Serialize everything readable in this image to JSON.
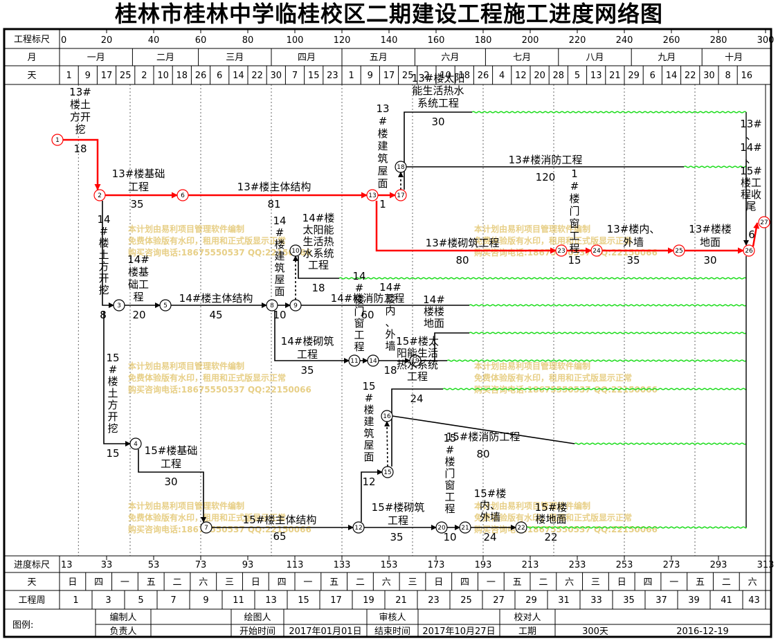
{
  "title": "桂林市桂林中学临桂校区二期建设工程施工进度网络图",
  "row_labels": {
    "scale": "工程标尺",
    "month": "月",
    "day": "天",
    "progress_scale": "进度标尺",
    "weekday": "天",
    "week": "工程周"
  },
  "scale_ticks": [
    "0",
    "20",
    "40",
    "60",
    "80",
    "100",
    "120",
    "140",
    "160",
    "180",
    "200",
    "220",
    "240",
    "260",
    "280",
    "300"
  ],
  "months": [
    "一月",
    "二月",
    "三月",
    "四月",
    "五月",
    "六月",
    "七月",
    "八月",
    "九月",
    "十月"
  ],
  "days": [
    "1",
    "9",
    "17",
    "25",
    "2",
    "10",
    "18",
    "26",
    "6",
    "14",
    "22",
    "30",
    "7",
    "15",
    "23",
    "1",
    "9",
    "17",
    "25",
    "2",
    "10",
    "18",
    "26",
    "4",
    "12",
    "20",
    "28",
    "5",
    "13",
    "21",
    "29",
    "6",
    "14",
    "22",
    "30",
    "8",
    "16"
  ],
  "progress_ticks": [
    "13",
    "33",
    "53",
    "73",
    "93",
    "113",
    "133",
    "153",
    "173",
    "193",
    "213",
    "233",
    "253",
    "273",
    "293",
    "313"
  ],
  "weekdays": [
    "日",
    "四",
    "一",
    "五",
    "二",
    "六",
    "三",
    "日",
    "四",
    "一",
    "五",
    "二",
    "六",
    "三",
    "日",
    "四",
    "一",
    "五",
    "二",
    "六",
    "三",
    "日",
    "四",
    "一",
    "五",
    "二",
    "六"
  ],
  "weeks": [
    "1",
    "3",
    "5",
    "7",
    "9",
    "11",
    "13",
    "15",
    "17",
    "19",
    "21",
    "23",
    "25",
    "27",
    "29",
    "31",
    "33",
    "35",
    "37",
    "39",
    "41",
    "43"
  ],
  "nodes": [
    "1",
    "2",
    "3",
    "4",
    "5",
    "6",
    "7",
    "8",
    "9",
    "10",
    "11",
    "12",
    "13",
    "14",
    "15",
    "16",
    "17",
    "18",
    "19",
    "20",
    "21",
    "22",
    "23",
    "24",
    "25",
    "26",
    "27"
  ],
  "tasks": [
    {
      "name": "13#楼土方开挖",
      "duration": "18"
    },
    {
      "name": "13#楼基础工程",
      "duration": "35"
    },
    {
      "name": "13#楼主体结构",
      "duration": "81"
    },
    {
      "name": "13#楼太阳能生活热水系统工程",
      "duration": "30"
    },
    {
      "name": "13#楼建筑屋面",
      "duration": "1"
    },
    {
      "name": "13#楼消防工程",
      "duration": "120"
    },
    {
      "name": "13#楼砌筑工程",
      "duration": "80"
    },
    {
      "name": "13#楼门窗工程",
      "duration": "15"
    },
    {
      "name": "13#楼内、外墙",
      "duration": "35"
    },
    {
      "name": "13#楼楼地面",
      "duration": "30"
    },
    {
      "name": "13#、14#、15#楼工程收尾",
      "duration": "6"
    },
    {
      "name": "14#楼土方开挖",
      "duration": "8"
    },
    {
      "name": "14#楼基础工程",
      "duration": "20"
    },
    {
      "name": "14#楼主体结构",
      "duration": "45"
    },
    {
      "name": "14#楼建筑屋面",
      "duration": "10"
    },
    {
      "name": "14#楼太阳能生活热水系统工程",
      "duration": "18"
    },
    {
      "name": "14#楼门窗工程",
      "duration": "60"
    },
    {
      "name": "14#楼消防工程",
      "duration": ""
    },
    {
      "name": "14#楼内、外墙",
      "duration": "18"
    },
    {
      "name": "14#楼楼地面",
      "duration": ""
    },
    {
      "name": "14#楼砌筑工程",
      "duration": "35"
    },
    {
      "name": "15#楼土方开挖",
      "duration": "15"
    },
    {
      "name": "15#楼基础工程",
      "duration": "30"
    },
    {
      "name": "15#楼主体结构",
      "duration": "65"
    },
    {
      "name": "15#楼建筑屋面",
      "duration": "12"
    },
    {
      "name": "15#楼太阳能生活热水系统工程",
      "duration": "24"
    },
    {
      "name": "15#楼消防工程",
      "duration": "80"
    },
    {
      "name": "15#楼砌筑工程",
      "duration": "35"
    },
    {
      "name": "15#楼门窗工程",
      "duration": "10"
    },
    {
      "name": "15#楼内、外墙",
      "duration": "24"
    },
    {
      "name": "15#楼楼地面",
      "duration": "22"
    },
    {
      "name": "",
      "duration": "8"
    }
  ],
  "watermark": {
    "line1": "本计划由易利项目管理软件编制",
    "line2": "免费体验版有水印，租用和正式版显示正常",
    "line3": "购买咨询电话:18675550537 QQ:22150066"
  },
  "footer": {
    "legend": "图例:",
    "labels": {
      "compiler": "编制人",
      "drawer": "绘图人",
      "reviewer": "审核人",
      "checker": "校对人",
      "responsible": "负责人",
      "start_time": "开始时间",
      "end_time": "结束时间",
      "duration": "工期"
    },
    "values": {
      "start": "2017年01月01日",
      "end": "2017年10月27日",
      "duration": "300天",
      "date": "2016-12-19"
    }
  },
  "colors": {
    "critical": "#ff0000",
    "normal": "#000000",
    "free_float": "#22dd22",
    "watermark": "#e0c060"
  }
}
